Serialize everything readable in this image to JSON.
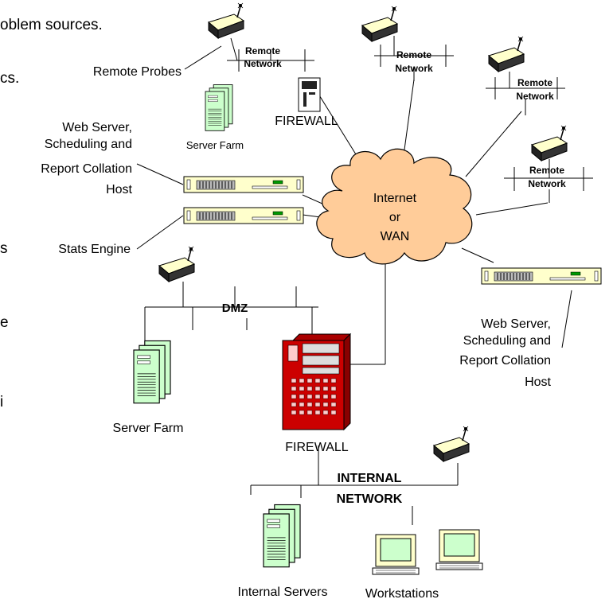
{
  "cut_text": {
    "line1": "oblem sources.",
    "line2": "cs.",
    "line3": "s",
    "line4": "e",
    "line5": "i"
  },
  "labels": {
    "remote_probes": "Remote Probes",
    "remote_network": [
      "Remote",
      "Network"
    ],
    "firewall": "FIREWALL",
    "server_farm": "Server Farm",
    "web_server_host": [
      "Web Server,",
      "Scheduling and",
      "Report Collation",
      "Host"
    ],
    "stats_engine": "Stats Engine",
    "internet": [
      "Internet",
      "or",
      "WAN"
    ],
    "dmz": "DMZ",
    "internal_network": [
      "INTERNAL",
      "NETWORK"
    ],
    "internal_servers": "Internal Servers",
    "workstations": "Workstations"
  },
  "colors": {
    "cloud": "#ffcc99",
    "server_body": "#ffffcc",
    "firewall_red": "#cc0000",
    "tower_green": "#ccffcc",
    "probe_dark": "#222222",
    "probe_light": "#ffffcc"
  },
  "icons": [
    "probe-icon",
    "rack-server-icon",
    "tower-server-icon",
    "firewall-icon",
    "workstation-icon",
    "cloud-icon"
  ]
}
